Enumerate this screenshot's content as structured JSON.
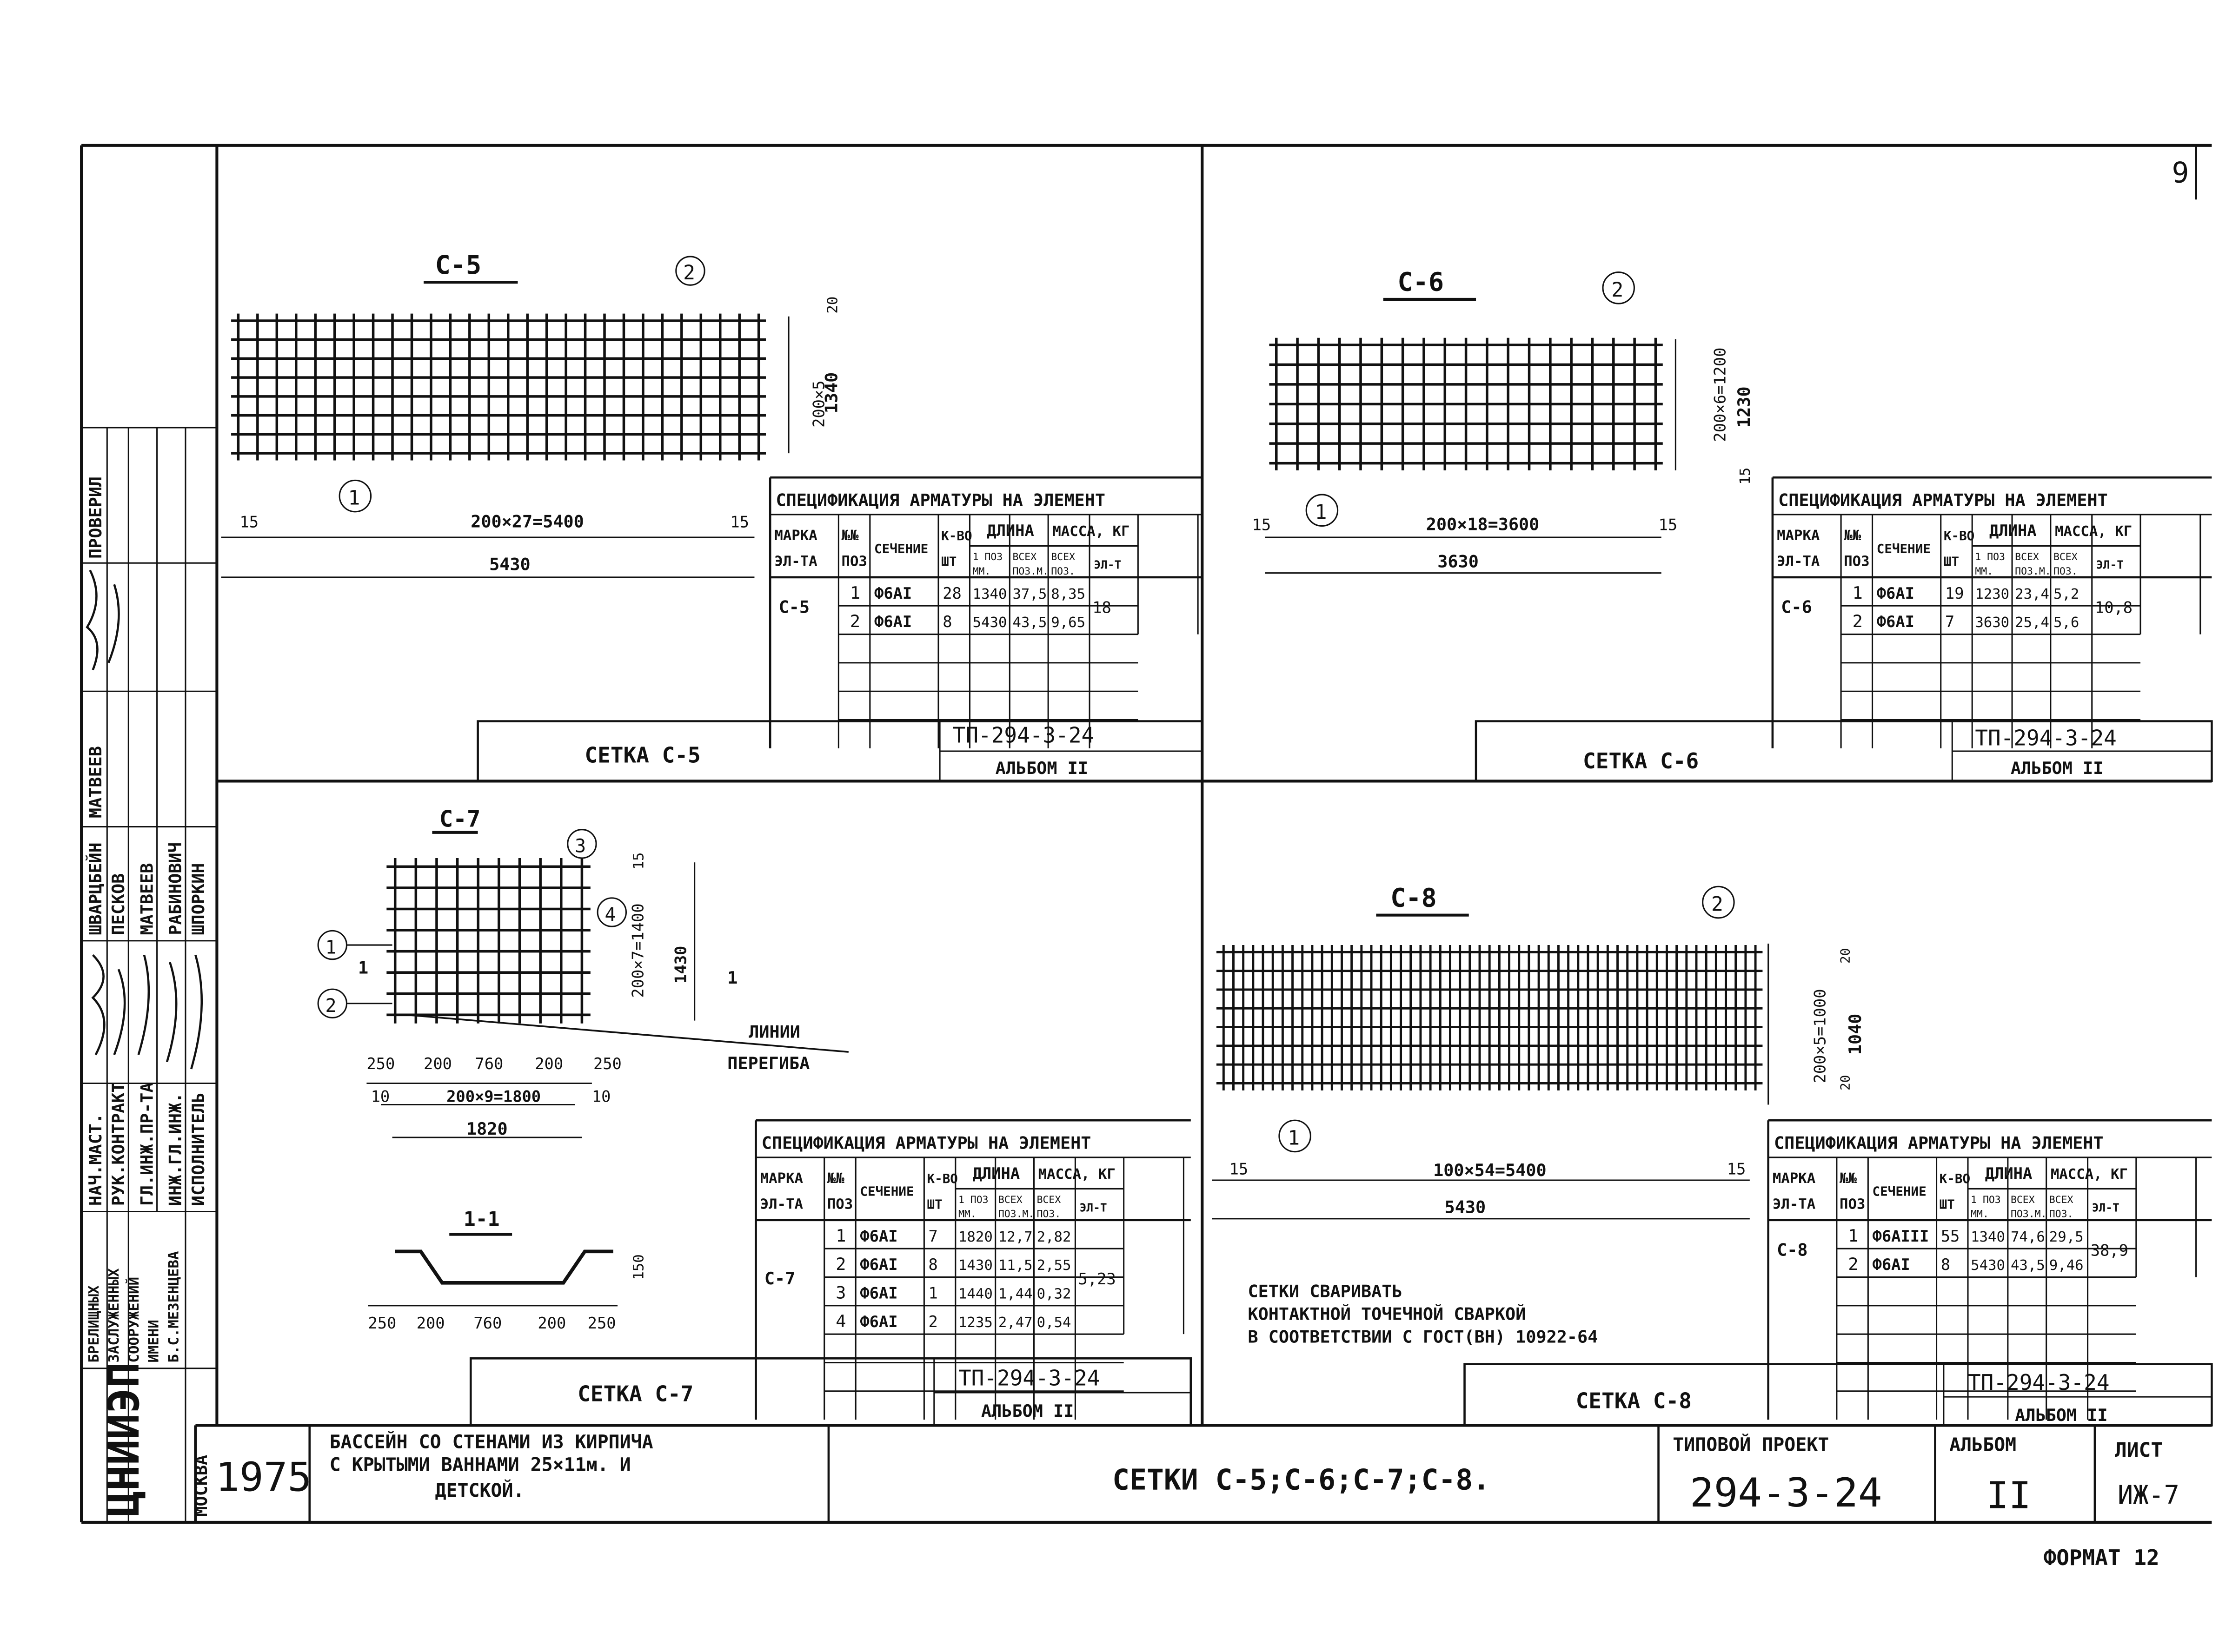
{
  "corner_mark": "9",
  "stamp": {
    "checker": "ПРОВЕРИЛ",
    "reviewer": "МАТВЕЕВ",
    "names": [
      "ШВАРЦБЕЙН",
      "ПЕСКОВ",
      "МАТВЕЕВ",
      "РАБИНОВИЧ",
      "ШПОРКИН"
    ],
    "posts": [
      "НАЧ.МАСТ.",
      "РУК.КОНТРАКТ",
      "ГЛ.ИНЖ.ПР-ТА",
      "ИНЖ.ГЛ.ИНЖ.",
      "ИСПОЛНИТЕЛЬ"
    ],
    "org": [
      "БРЕЛИЩНЫХ",
      "ЗАСЛУЖЕННЫХ",
      "СООРУЖЕНИЙ",
      "ИМЕНИ",
      "Б.С.МЕЗЕНЦЕВА"
    ],
    "logo": "ЦНИИЭП",
    "city": "МОСКВА"
  },
  "project": {
    "year": "1975",
    "title": [
      "БАССЕЙН СО СТЕНАМИ ИЗ КИРПИЧА",
      "С КРЫТЫМИ ВАННАМИ 25×11м. И",
      "ДЕТСКОЙ."
    ],
    "sheet_title": "СЕТКИ С-5;С-6;С-7;С-8.",
    "typical_label": "ТИПОВОЙ ПРОЕКТ",
    "code": "294-3-24",
    "code_prefixed": "ТП-294-3-24",
    "album_label": "АЛЬБОМ",
    "album_number": "II",
    "album_line": "АЛЬБОМ II",
    "sheet_label": "ЛИСТ",
    "sheet_number": "ИЖ-7",
    "format": "ФОРМАТ 12"
  },
  "spec_headers": {
    "caption": "СПЕЦИФИКАЦИЯ АРМАТУРЫ НА ЭЛЕМЕНТ",
    "mark": [
      "МАРКА",
      "ЭЛ-ТА"
    ],
    "pos": [
      "№№",
      "ПОЗ"
    ],
    "section": "СЕЧЕНИЕ",
    "count": [
      "К-ВО",
      "ШТ"
    ],
    "length": "ДЛИНА",
    "len_pos": [
      "1 ПОЗ",
      "ММ."
    ],
    "len_all": [
      "ВСЕХ",
      "ПОЗ.М."
    ],
    "mass": "МАССА, КГ",
    "mass_all": [
      "ВСЕХ",
      "ПОЗ."
    ],
    "mass_el": "ЭЛ-Т"
  },
  "panels": {
    "c5": {
      "name": "С-5",
      "block_title": "СЕТКА С-5",
      "callouts": [
        "2",
        "1"
      ],
      "dims": {
        "edge": "15",
        "spacing": "200×27=5400",
        "total": "5430",
        "top": "20",
        "height": "1340",
        "vspacing": "200×5"
      },
      "spec": {
        "mark": "С-5",
        "total": "18",
        "rows": [
          {
            "pos": "1",
            "section": "Ф6АI",
            "count": "28",
            "len": "1340",
            "len_all": "37,5",
            "mass": "8,35"
          },
          {
            "pos": "2",
            "section": "Ф6АI",
            "count": "8",
            "len": "5430",
            "len_all": "43,5",
            "mass": "9,65"
          }
        ]
      }
    },
    "c6": {
      "name": "С-6",
      "block_title": "СЕТКА С-6",
      "callouts": [
        "2",
        "1"
      ],
      "dims": {
        "edge": "15",
        "spacing": "200×18=3600",
        "total": "3630",
        "vspacing": "200×6=1200",
        "height": "1230",
        "bottom": "15"
      },
      "spec": {
        "mark": "С-6",
        "total": "10,8",
        "rows": [
          {
            "pos": "1",
            "section": "Ф6АI",
            "count": "19",
            "len": "1230",
            "len_all": "23,4",
            "mass": "5,2"
          },
          {
            "pos": "2",
            "section": "Ф6АI",
            "count": "7",
            "len": "3630",
            "len_all": "25,4",
            "mass": "5,6"
          }
        ]
      }
    },
    "c7": {
      "name": "С-7",
      "block_title": "СЕТКА С-7",
      "callouts": [
        "1",
        "2",
        "3",
        "4"
      ],
      "section_mark": "1",
      "section_title": "1-1",
      "bend_label": [
        "ЛИНИИ",
        "ПЕРЕГИБА"
      ],
      "dims": {
        "d250": "250",
        "d200": "200",
        "d760": "760",
        "edge": "10",
        "spacing": "200×9=1800",
        "total": "1820",
        "top": "15",
        "vspacing": "200×7=1400",
        "height": "1430",
        "section_h": "150"
      },
      "spec": {
        "mark": "С-7",
        "total": "5,23",
        "rows": [
          {
            "pos": "1",
            "section": "Ф6АI",
            "count": "7",
            "len": "1820",
            "len_all": "12,7",
            "mass": "2,82"
          },
          {
            "pos": "2",
            "section": "Ф6АI",
            "count": "8",
            "len": "1430",
            "len_all": "11,5",
            "mass": "2,55"
          },
          {
            "pos": "3",
            "section": "Ф6АI",
            "count": "1",
            "len": "1440",
            "len_all": "1,44",
            "mass": "0,32"
          },
          {
            "pos": "4",
            "section": "Ф6АI",
            "count": "2",
            "len": "1235",
            "len_all": "2,47",
            "mass": "0,54"
          }
        ]
      }
    },
    "c8": {
      "name": "С-8",
      "block_title": "СЕТКА С-8",
      "callouts": [
        "2",
        "1"
      ],
      "dims": {
        "edge": "15",
        "spacing": "100×54=5400",
        "total": "5430",
        "vspacing": "200×5=1000",
        "height": "1040",
        "top": "20",
        "bottom": "20"
      },
      "note": [
        "СЕТКИ СВАРИВАТЬ",
        "КОНТАКТНОЙ ТОЧЕЧНОЙ СВАРКОЙ",
        "В СООТВЕТСТВИИ С ГОСТ(ВН) 10922-64"
      ],
      "spec": {
        "mark": "С-8",
        "total": "38,9",
        "rows": [
          {
            "pos": "1",
            "section": "Ф6АIII",
            "count": "55",
            "len": "1340",
            "len_all": "74,6",
            "mass": "29,5"
          },
          {
            "pos": "2",
            "section": "Ф6АI",
            "count": "8",
            "len": "5430",
            "len_all": "43,5",
            "mass": "9,46"
          }
        ]
      }
    }
  }
}
